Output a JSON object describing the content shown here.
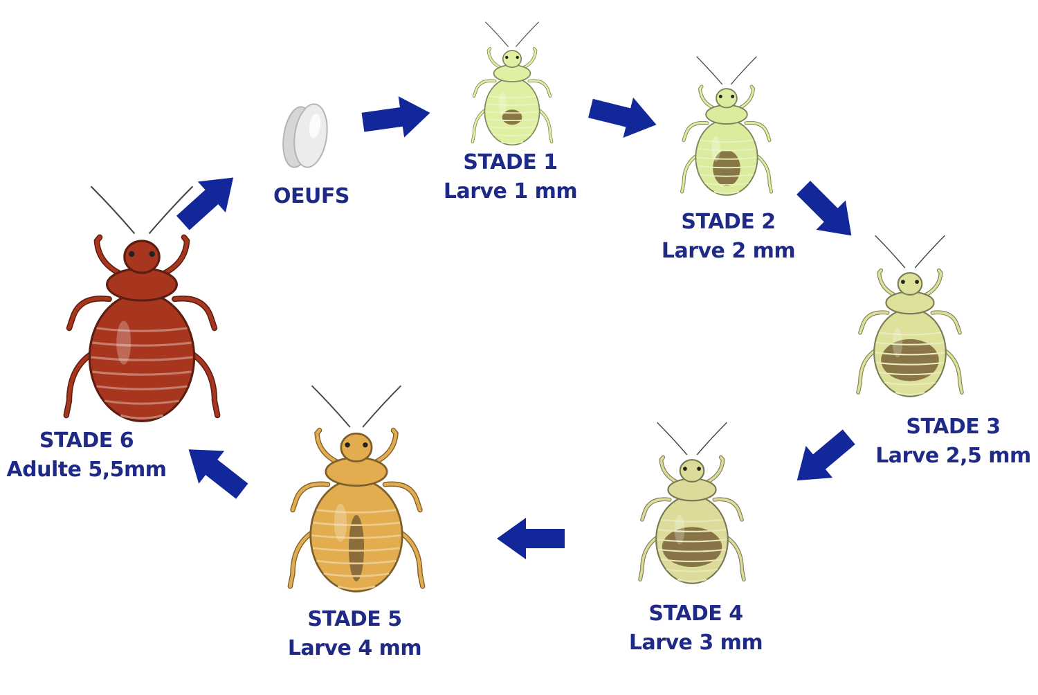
{
  "colors": {
    "arrow": "#12289a",
    "label": "#1e2a86",
    "egg": "#dcdcdc",
    "stage1_body": "#dff0a2",
    "stage2_body": "#dcec9e",
    "stage3_body": "#dde19a",
    "stage4_body": "#dcdb9a",
    "stage5_body": "#e3ad4f",
    "stage6_body": "#a8361f",
    "gut": "#7a6236"
  },
  "stages": [
    {
      "id": "eggs",
      "title": "OEUFS",
      "size": "",
      "icon": "eggs-icon"
    },
    {
      "id": "stage1",
      "title": "STADE 1",
      "size": "Larve 1 mm",
      "icon": "nymph-stage-1-icon"
    },
    {
      "id": "stage2",
      "title": "STADE 2",
      "size": "Larve 2 mm",
      "icon": "nymph-stage-2-icon"
    },
    {
      "id": "stage3",
      "title": "STADE 3",
      "size": "Larve 2,5 mm",
      "icon": "nymph-stage-3-icon"
    },
    {
      "id": "stage4",
      "title": "STADE 4",
      "size": "Larve 3 mm",
      "icon": "nymph-stage-4-icon"
    },
    {
      "id": "stage5",
      "title": "STADE 5",
      "size": "Larve 4 mm",
      "icon": "nymph-stage-5-icon"
    },
    {
      "id": "stage6",
      "title": "STADE 6",
      "size": "Adulte 5,5mm",
      "icon": "adult-bedbug-icon"
    }
  ]
}
